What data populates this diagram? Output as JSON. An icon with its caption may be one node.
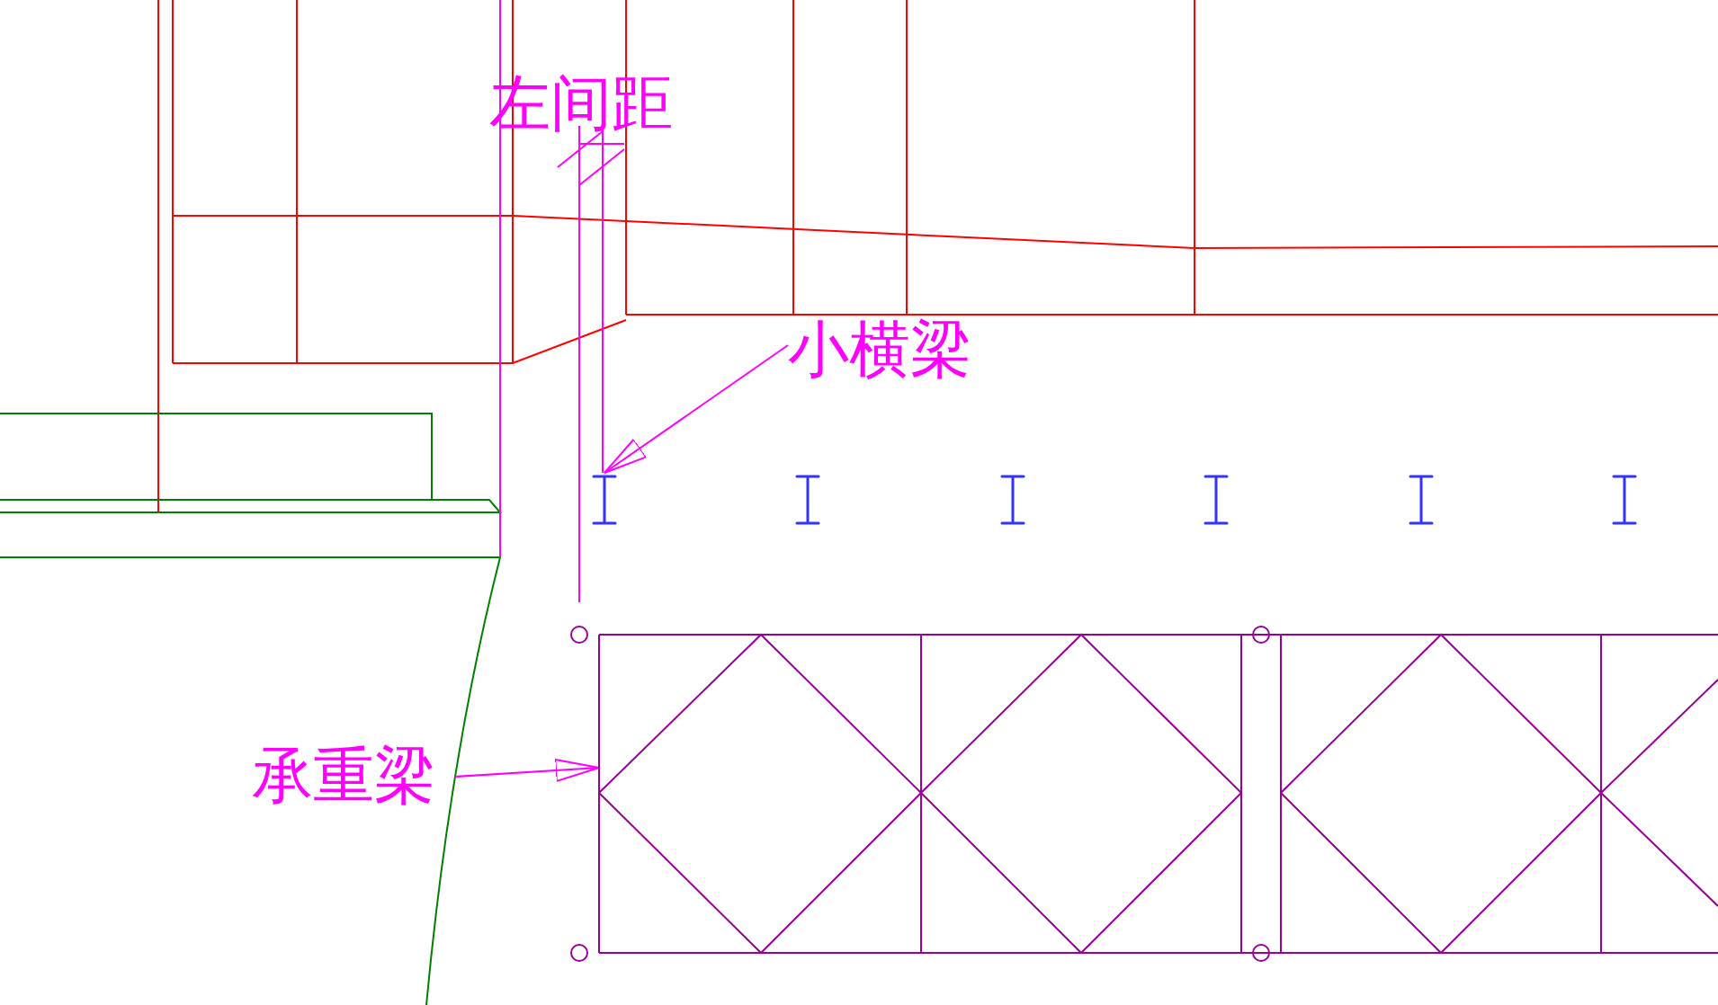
{
  "diagram": {
    "nodes": [
      {
        "text": [
          "小横梁"
        ]
      },
      {
        "text": [],
        "shape": "picture"
      },
      {
        "text": [
          "承重梁"
        ]
      },
      {
        "text": [],
        "shape": "picture"
      }
    ],
    "edges": [
      {
        "from": 0,
        "to": 1,
        "arrow": "to"
      },
      {
        "from": 2,
        "to": 3,
        "arrow": "to"
      }
    ],
    "labels": [
      "左间距"
    ]
  }
}
